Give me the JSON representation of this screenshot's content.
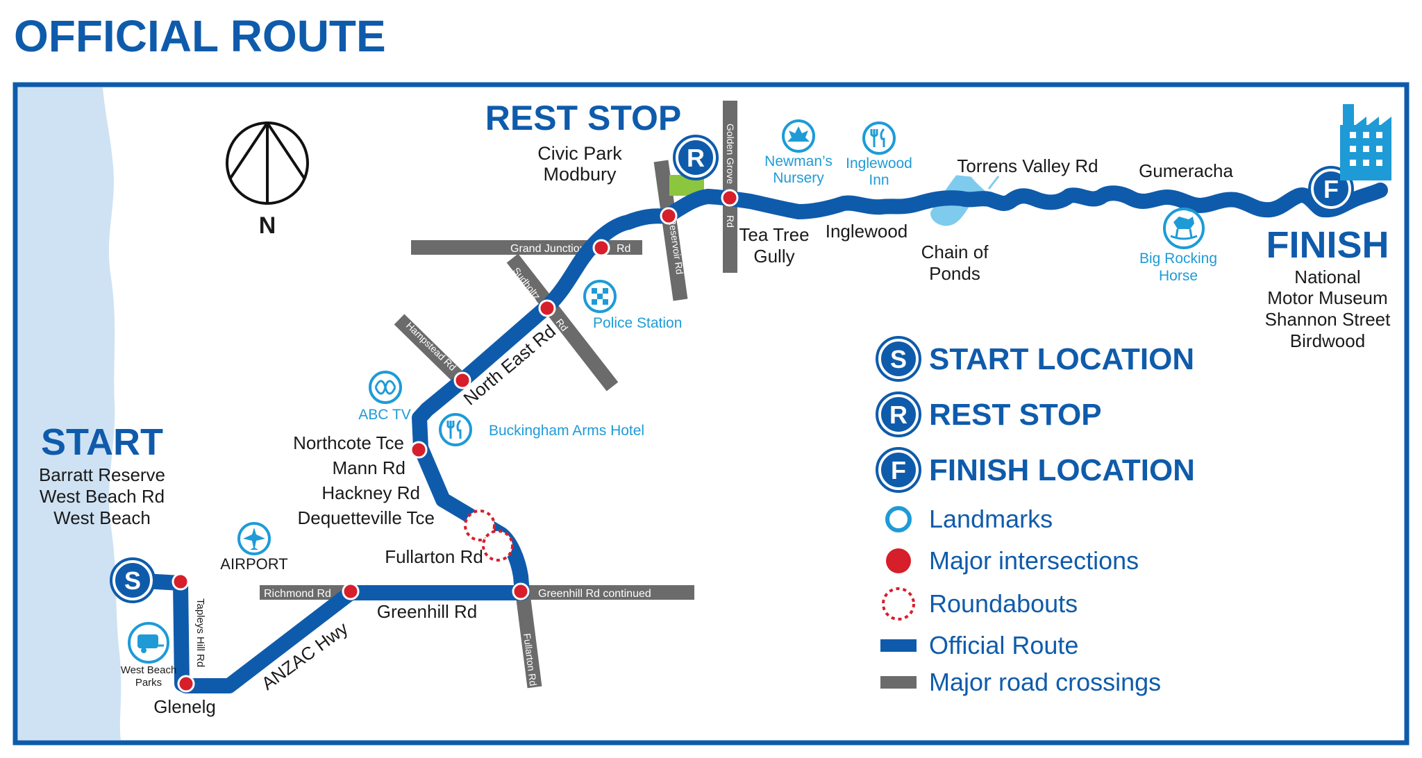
{
  "title": "OFFICIAL ROUTE",
  "colors": {
    "route": "#0f5bab",
    "title": "#0f5bab",
    "landmark": "#1e9bd7",
    "road": "#6b6b6b",
    "intersection": "#d71e2b",
    "sea": "#cfe2f3",
    "park": "#8cc63f"
  },
  "compass": {
    "label": "N"
  },
  "start": {
    "heading": "START",
    "marker": "S",
    "lines": [
      "Barratt Reserve",
      "West Beach Rd",
      "West Beach"
    ]
  },
  "rest_stop": {
    "heading": "REST STOP",
    "marker": "R",
    "lines": [
      "Civic Park",
      "Modbury"
    ]
  },
  "finish": {
    "heading": "FINISH",
    "marker": "F",
    "lines": [
      "National",
      "Motor Museum",
      "Shannon Street",
      "Birdwood"
    ]
  },
  "places": {
    "glenelg": "Glenelg",
    "tea_tree_1": "Tea Tree",
    "tea_tree_2": "Gully",
    "inglewood": "Inglewood",
    "chain_1": "Chain of",
    "chain_2": "Ponds",
    "torrens": "Torrens Valley Rd",
    "gumeracha": "Gumeracha",
    "anzac": "ANZAC Hwy",
    "greenhill": "Greenhill Rd",
    "fullarton_label": "Fullarton Rd",
    "north_east": "North East Rd",
    "northcote": "Northcote Tce",
    "mann": "Mann Rd",
    "hackney": "Hackney Rd",
    "dequetteville": "Dequetteville Tce"
  },
  "roads": {
    "richmond": "Richmond  Rd",
    "greenhill_cont": "Greenhill  Rd  continued",
    "fullarton": "Fullarton Rd",
    "tapleys": "Tapleys Hill Rd",
    "hampstead": "Hampstead Rd",
    "sudholtz_1": "Sudholtz",
    "sudholtz_2": "Rd",
    "grand_junction_1": "Grand  Junction",
    "grand_junction_2": "Rd",
    "reservoir": "Reservoir Rd",
    "golden_grove_1": "Golden Grove",
    "golden_grove_2": "Rd"
  },
  "landmarks": {
    "airport": "AIRPORT",
    "west_beach_1": "West Beach",
    "west_beach_2": "Parks",
    "abc_tv": "ABC TV",
    "buckingham": "Buckingham Arms Hotel",
    "police": "Police Station",
    "newmans_1": "Newman’s",
    "newmans_2": "Nursery",
    "inglewood_inn_1": "Inglewood",
    "inglewood_inn_2": "Inn",
    "big_rocking_1": "Big Rocking",
    "big_rocking_2": "Horse"
  },
  "legend": [
    {
      "key": "start",
      "marker": "S",
      "label": "START LOCATION"
    },
    {
      "key": "rest",
      "marker": "R",
      "label": "REST STOP"
    },
    {
      "key": "finish",
      "marker": "F",
      "label": "FINISH LOCATION"
    },
    {
      "key": "landmarks",
      "icon": "landmark-circle-icon",
      "label": "Landmarks"
    },
    {
      "key": "intersections",
      "icon": "red-dot-icon",
      "label": "Major intersections"
    },
    {
      "key": "roundabouts",
      "icon": "dotted-circle-icon",
      "label": "Roundabouts"
    },
    {
      "key": "route",
      "icon": "blue-bar-icon",
      "label": "Official Route"
    },
    {
      "key": "roads",
      "icon": "grey-bar-icon",
      "label": "Major road crossings"
    }
  ]
}
